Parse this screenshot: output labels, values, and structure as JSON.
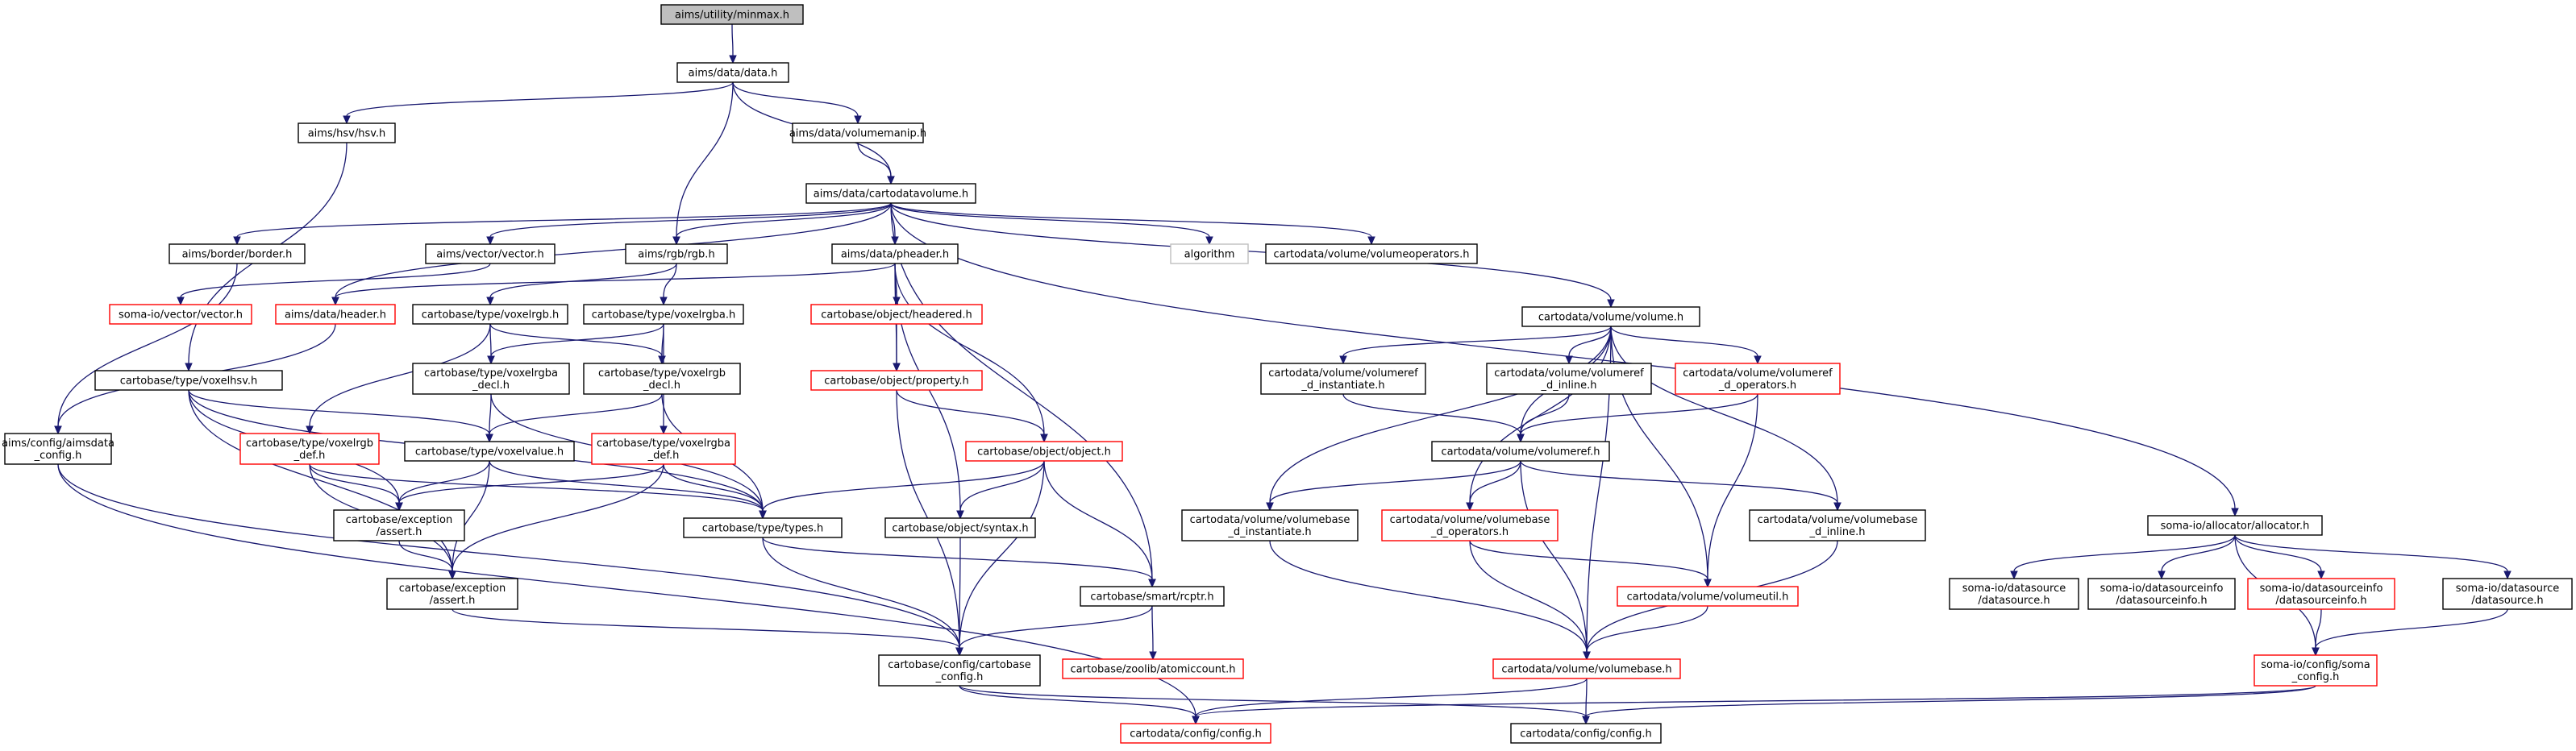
{
  "graph_title": "",
  "colors": {
    "edge": "#191970",
    "node_border_normal": "#000000",
    "node_border_truncated": "#ff0000",
    "node_border_external": "#bfbfbf",
    "root_fill": "#bfbfbf",
    "node_fill": "#ffffff"
  },
  "nodes": [
    {
      "id": "minmax",
      "lines": [
        "aims/utility/minmax.h"
      ],
      "kind": "root"
    },
    {
      "id": "data",
      "lines": [
        "aims/data/data.h"
      ],
      "kind": "normal"
    },
    {
      "id": "hsv",
      "lines": [
        "aims/hsv/hsv.h"
      ],
      "kind": "normal"
    },
    {
      "id": "volumemanip",
      "lines": [
        "aims/data/volumemanip.h"
      ],
      "kind": "normal"
    },
    {
      "id": "cartodatavolume",
      "lines": [
        "aims/data/cartodatavolume.h"
      ],
      "kind": "normal"
    },
    {
      "id": "border",
      "lines": [
        "aims/border/border.h"
      ],
      "kind": "normal"
    },
    {
      "id": "vector",
      "lines": [
        "aims/vector/vector.h"
      ],
      "kind": "normal"
    },
    {
      "id": "rgb",
      "lines": [
        "aims/rgb/rgb.h"
      ],
      "kind": "normal"
    },
    {
      "id": "pheader",
      "lines": [
        "aims/data/pheader.h"
      ],
      "kind": "normal"
    },
    {
      "id": "algorithm",
      "lines": [
        "algorithm"
      ],
      "kind": "external"
    },
    {
      "id": "volumeoperators",
      "lines": [
        "cartodata/volume/volumeoperators.h"
      ],
      "kind": "normal"
    },
    {
      "id": "volume",
      "lines": [
        "cartodata/volume/volume.h"
      ],
      "kind": "normal"
    },
    {
      "id": "allocator",
      "lines": [
        "soma-io/allocator/allocator.h"
      ],
      "kind": "normal"
    },
    {
      "id": "somavector",
      "lines": [
        "soma-io/vector/vector.h"
      ],
      "kind": "truncated"
    },
    {
      "id": "header",
      "lines": [
        "aims/data/header.h"
      ],
      "kind": "truncated"
    },
    {
      "id": "voxelrgb",
      "lines": [
        "cartobase/type/voxelrgb.h"
      ],
      "kind": "normal"
    },
    {
      "id": "voxelrgba",
      "lines": [
        "cartobase/type/voxelrgba.h"
      ],
      "kind": "normal"
    },
    {
      "id": "headered",
      "lines": [
        "cartobase/object/headered.h"
      ],
      "kind": "truncated"
    },
    {
      "id": "property",
      "lines": [
        "cartobase/object/property.h"
      ],
      "kind": "truncated"
    },
    {
      "id": "voxelhsv",
      "lines": [
        "cartobase/type/voxelhsv.h"
      ],
      "kind": "normal"
    },
    {
      "id": "voxelrgba_decl",
      "lines": [
        "cartobase/type/voxelrgba",
        "_decl.h"
      ],
      "kind": "normal"
    },
    {
      "id": "voxelrgb_decl",
      "lines": [
        "cartobase/type/voxelrgb",
        "_decl.h"
      ],
      "kind": "normal"
    },
    {
      "id": "aimsdata_config",
      "lines": [
        "aims/config/aimsdata",
        "_config.h"
      ],
      "kind": "normal"
    },
    {
      "id": "voxelrgb_def",
      "lines": [
        "cartobase/type/voxelrgb",
        "_def.h"
      ],
      "kind": "truncated"
    },
    {
      "id": "voxelvalue",
      "lines": [
        "cartobase/type/voxelvalue.h"
      ],
      "kind": "normal"
    },
    {
      "id": "voxelrgba_def",
      "lines": [
        "cartobase/type/voxelrgba",
        "_def.h"
      ],
      "kind": "truncated"
    },
    {
      "id": "object",
      "lines": [
        "cartobase/object/object.h"
      ],
      "kind": "truncated"
    },
    {
      "id": "exception_assert1",
      "lines": [
        "cartobase/exception",
        "/assert.h"
      ],
      "kind": "normal"
    },
    {
      "id": "types",
      "lines": [
        "cartobase/type/types.h"
      ],
      "kind": "normal"
    },
    {
      "id": "syntax",
      "lines": [
        "cartobase/object/syntax.h"
      ],
      "kind": "normal"
    },
    {
      "id": "exception_assert2",
      "lines": [
        "cartobase/exception",
        "/assert.h"
      ],
      "kind": "normal"
    },
    {
      "id": "rcptr",
      "lines": [
        "cartobase/smart/rcptr.h"
      ],
      "kind": "normal"
    },
    {
      "id": "cartobase_config",
      "lines": [
        "cartobase/config/cartobase",
        "_config.h"
      ],
      "kind": "normal"
    },
    {
      "id": "atomiccount",
      "lines": [
        "cartobase/zoolib/atomiccount.h"
      ],
      "kind": "truncated"
    },
    {
      "id": "cartodata_config_red",
      "lines": [
        "cartodata/config/config.h"
      ],
      "kind": "truncated"
    },
    {
      "id": "volumeref_instantiate",
      "lines": [
        "cartodata/volume/volumeref",
        "_d_instantiate.h"
      ],
      "kind": "normal"
    },
    {
      "id": "volumeref_inline",
      "lines": [
        "cartodata/volume/volumeref",
        "_d_inline.h"
      ],
      "kind": "normal"
    },
    {
      "id": "volumeref_operators",
      "lines": [
        "cartodata/volume/volumeref",
        "_d_operators.h"
      ],
      "kind": "truncated"
    },
    {
      "id": "volumeref",
      "lines": [
        "cartodata/volume/volumeref.h"
      ],
      "kind": "normal"
    },
    {
      "id": "volumebase_instantiate",
      "lines": [
        "cartodata/volume/volumebase",
        "_d_instantiate.h"
      ],
      "kind": "normal"
    },
    {
      "id": "volumebase_operators",
      "lines": [
        "cartodata/volume/volumebase",
        "_d_operators.h"
      ],
      "kind": "truncated"
    },
    {
      "id": "volumebase_inline",
      "lines": [
        "cartodata/volume/volumebase",
        "_d_inline.h"
      ],
      "kind": "normal"
    },
    {
      "id": "volumeutil",
      "lines": [
        "cartodata/volume/volumeutil.h"
      ],
      "kind": "truncated"
    },
    {
      "id": "volumebase",
      "lines": [
        "cartodata/volume/volumebase.h"
      ],
      "kind": "truncated"
    },
    {
      "id": "cartodata_config",
      "lines": [
        "cartodata/config/config.h"
      ],
      "kind": "normal"
    },
    {
      "id": "datasource1",
      "lines": [
        "soma-io/datasource",
        "/datasource.h"
      ],
      "kind": "normal"
    },
    {
      "id": "datasourceinfo1",
      "lines": [
        "soma-io/datasourceinfo",
        "/datasourceinfo.h"
      ],
      "kind": "normal"
    },
    {
      "id": "datasourceinfo2",
      "lines": [
        "soma-io/datasourceinfo",
        "/datasourceinfo.h"
      ],
      "kind": "truncated"
    },
    {
      "id": "datasource2",
      "lines": [
        "soma-io/datasource",
        "/datasource.h"
      ],
      "kind": "normal"
    },
    {
      "id": "soma_config",
      "lines": [
        "soma-io/config/soma",
        "_config.h"
      ],
      "kind": "truncated"
    }
  ],
  "edges": [
    [
      "minmax",
      "data"
    ],
    [
      "data",
      "hsv"
    ],
    [
      "data",
      "volumemanip"
    ],
    [
      "data",
      "cartodatavolume"
    ],
    [
      "data",
      "rgb"
    ],
    [
      "volumemanip",
      "cartodatavolume"
    ],
    [
      "hsv",
      "voxelhsv"
    ],
    [
      "cartodatavolume",
      "border"
    ],
    [
      "cartodatavolume",
      "vector"
    ],
    [
      "cartodatavolume",
      "rgb"
    ],
    [
      "cartodatavolume",
      "pheader"
    ],
    [
      "cartodatavolume",
      "algorithm"
    ],
    [
      "cartodatavolume",
      "volumeoperators"
    ],
    [
      "cartodatavolume",
      "volume"
    ],
    [
      "cartodatavolume",
      "allocator"
    ],
    [
      "cartodatavolume",
      "rcptr"
    ],
    [
      "cartodatavolume",
      "header"
    ],
    [
      "border",
      "aimsdata_config"
    ],
    [
      "vector",
      "somavector"
    ],
    [
      "rgb",
      "voxelrgb"
    ],
    [
      "rgb",
      "voxelrgba"
    ],
    [
      "pheader",
      "header"
    ],
    [
      "pheader",
      "headered"
    ],
    [
      "pheader",
      "property"
    ],
    [
      "pheader",
      "object"
    ],
    [
      "pheader",
      "syntax"
    ],
    [
      "header",
      "aimsdata_config"
    ],
    [
      "headered",
      "property"
    ],
    [
      "voxelrgb",
      "voxelrgb_decl"
    ],
    [
      "voxelrgb",
      "voxelrgba_decl"
    ],
    [
      "voxelrgb",
      "voxelrgb_def"
    ],
    [
      "voxelrgba",
      "voxelrgba_decl"
    ],
    [
      "voxelrgba",
      "voxelrgb_decl"
    ],
    [
      "voxelrgba",
      "voxelrgba_def"
    ],
    [
      "property",
      "object"
    ],
    [
      "property",
      "cartobase_config"
    ],
    [
      "voxelhsv",
      "voxelvalue"
    ],
    [
      "voxelhsv",
      "exception_assert1"
    ],
    [
      "voxelhsv",
      "types"
    ],
    [
      "voxelhsv",
      "exception_assert2"
    ],
    [
      "voxelrgba_decl",
      "voxelvalue"
    ],
    [
      "voxelrgba_decl",
      "types"
    ],
    [
      "voxelrgb_decl",
      "voxelvalue"
    ],
    [
      "voxelrgb_decl",
      "types"
    ],
    [
      "aimsdata_config",
      "cartobase_config"
    ],
    [
      "aimsdata_config",
      "cartodata_config_red"
    ],
    [
      "voxelrgb_def",
      "exception_assert1"
    ],
    [
      "voxelrgb_def",
      "types"
    ],
    [
      "voxelrgb_def",
      "exception_assert2"
    ],
    [
      "voxelvalue",
      "exception_assert1"
    ],
    [
      "voxelvalue",
      "types"
    ],
    [
      "voxelvalue",
      "exception_assert2"
    ],
    [
      "voxelrgba_def",
      "exception_assert1"
    ],
    [
      "voxelrgba_def",
      "types"
    ],
    [
      "voxelrgba_def",
      "exception_assert2"
    ],
    [
      "object",
      "types"
    ],
    [
      "object",
      "syntax"
    ],
    [
      "object",
      "rcptr"
    ],
    [
      "object",
      "cartobase_config"
    ],
    [
      "exception_assert1",
      "exception_assert2"
    ],
    [
      "types",
      "rcptr"
    ],
    [
      "types",
      "cartobase_config"
    ],
    [
      "syntax",
      "cartobase_config"
    ],
    [
      "exception_assert2",
      "cartobase_config"
    ],
    [
      "rcptr",
      "cartobase_config"
    ],
    [
      "rcptr",
      "atomiccount"
    ],
    [
      "cartobase_config",
      "cartodata_config_red"
    ],
    [
      "cartobase_config",
      "cartodata_config"
    ],
    [
      "volume",
      "volumeref_instantiate"
    ],
    [
      "volume",
      "volumeref_inline"
    ],
    [
      "volume",
      "volumeref_operators"
    ],
    [
      "volume",
      "volumeref"
    ],
    [
      "volume",
      "volumebase_instantiate"
    ],
    [
      "volume",
      "volumebase_operators"
    ],
    [
      "volume",
      "volumebase_inline"
    ],
    [
      "volume",
      "volumeutil"
    ],
    [
      "volume",
      "volumebase"
    ],
    [
      "volumeref_instantiate",
      "volumeref"
    ],
    [
      "volumeref_inline",
      "volumeref"
    ],
    [
      "volumeref_operators",
      "volumeref"
    ],
    [
      "volumeref_operators",
      "volumeutil"
    ],
    [
      "volumeref",
      "volumebase_instantiate"
    ],
    [
      "volumeref",
      "volumebase_operators"
    ],
    [
      "volumeref",
      "volumebase_inline"
    ],
    [
      "volumeref",
      "volumebase"
    ],
    [
      "volumebase_instantiate",
      "volumebase"
    ],
    [
      "volumebase_operators",
      "volumeutil"
    ],
    [
      "volumebase_operators",
      "volumebase"
    ],
    [
      "volumebase_inline",
      "volumebase"
    ],
    [
      "volumeutil",
      "volumebase"
    ],
    [
      "volumebase",
      "cartodata_config_red"
    ],
    [
      "volumebase",
      "cartodata_config"
    ],
    [
      "allocator",
      "datasource1"
    ],
    [
      "allocator",
      "datasourceinfo1"
    ],
    [
      "allocator",
      "datasourceinfo2"
    ],
    [
      "allocator",
      "datasource2"
    ],
    [
      "allocator",
      "soma_config"
    ],
    [
      "datasourceinfo2",
      "soma_config"
    ],
    [
      "datasource2",
      "soma_config"
    ],
    [
      "soma_config",
      "cartodata_config_red"
    ],
    [
      "soma_config",
      "cartodata_config"
    ]
  ]
}
